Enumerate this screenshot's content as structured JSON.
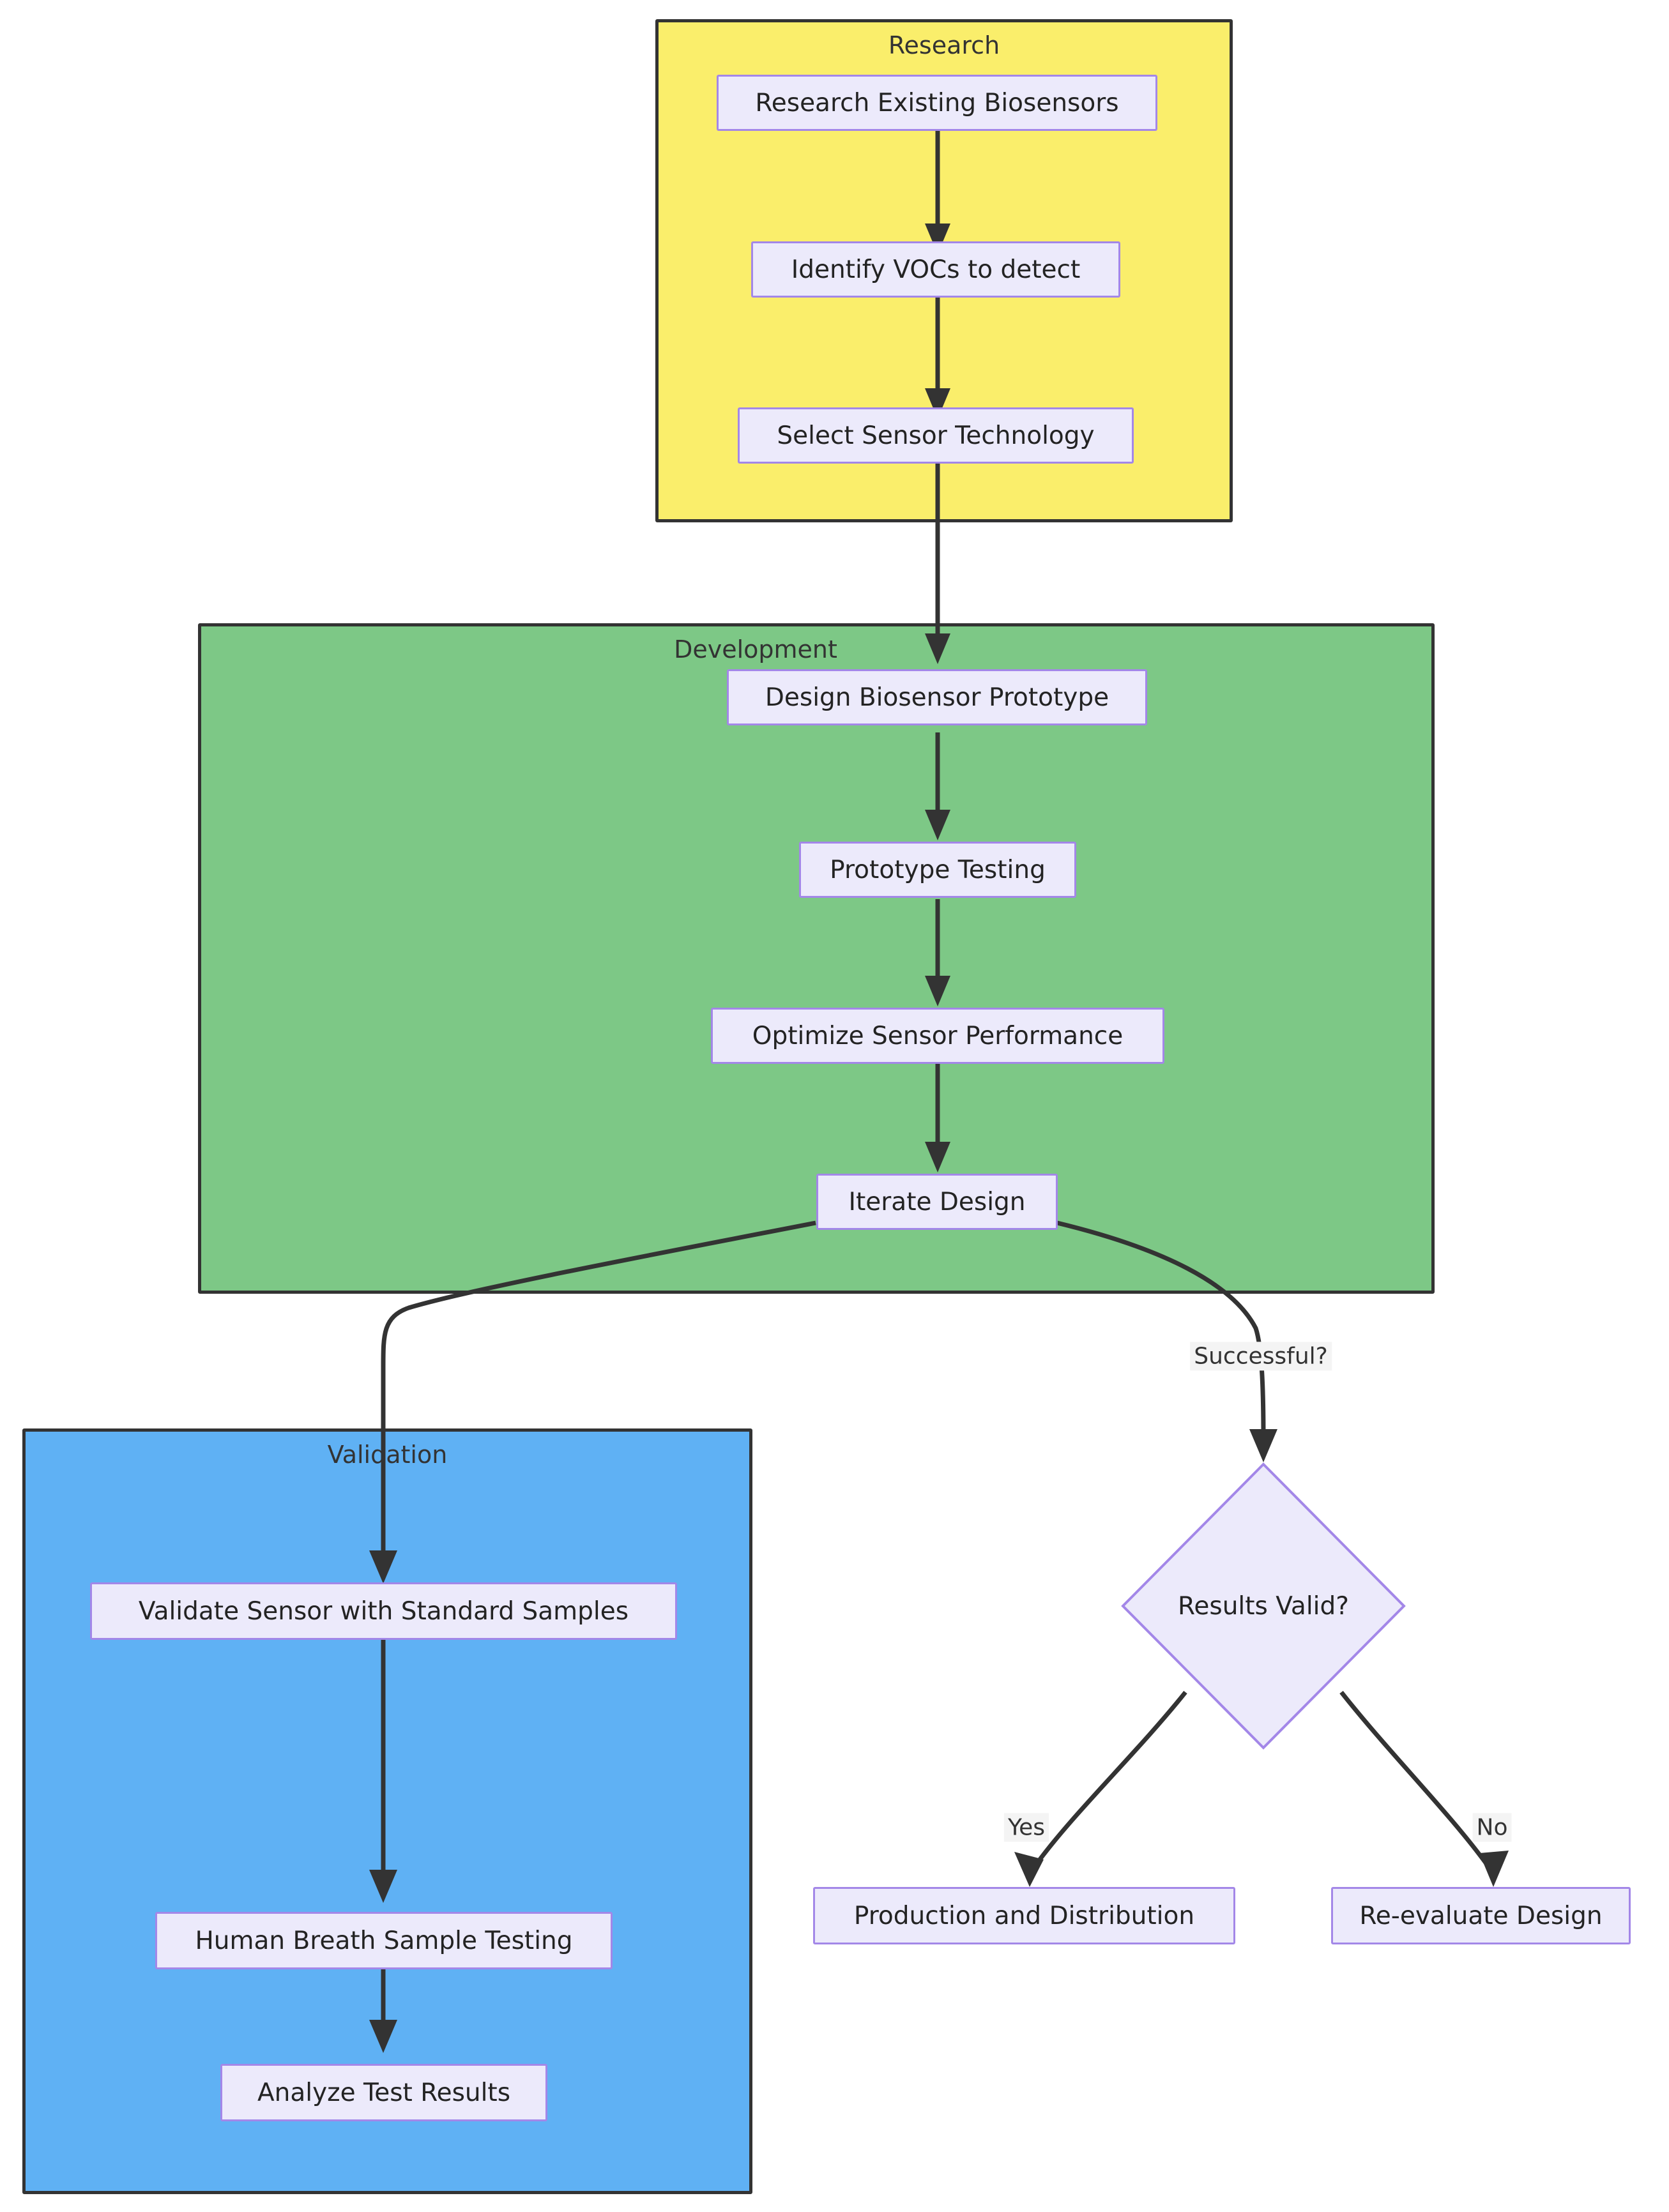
{
  "diagram": {
    "type": "flowchart",
    "direction": "top-down",
    "title": "Biosensor Development Flowchart"
  },
  "clusters": [
    {
      "id": "research",
      "label": "Research",
      "color": "#FAEE6B",
      "border": "#333333"
    },
    {
      "id": "development",
      "label": "Development",
      "color": "#7DC886",
      "border": "#333333"
    },
    {
      "id": "validation",
      "label": "Validation",
      "color": "#5FB1F4",
      "border": "#333333"
    }
  ],
  "nodes": [
    {
      "id": "research_existing",
      "label": "Research Existing Biosensors",
      "shape": "rect",
      "cluster": "research"
    },
    {
      "id": "identify_vocs",
      "label": "Identify VOCs to detect",
      "shape": "rect",
      "cluster": "research"
    },
    {
      "id": "select_sensor",
      "label": "Select Sensor Technology",
      "shape": "rect",
      "cluster": "research"
    },
    {
      "id": "design_prototype",
      "label": "Design Biosensor Prototype",
      "shape": "rect",
      "cluster": "development"
    },
    {
      "id": "prototype_testing",
      "label": "Prototype Testing",
      "shape": "rect",
      "cluster": "development"
    },
    {
      "id": "optimize_sensor",
      "label": "Optimize Sensor Performance",
      "shape": "rect",
      "cluster": "development"
    },
    {
      "id": "iterate_design",
      "label": "Iterate Design",
      "shape": "rect",
      "cluster": "development"
    },
    {
      "id": "validate_standard",
      "label": "Validate Sensor with Standard Samples",
      "shape": "rect",
      "cluster": "validation"
    },
    {
      "id": "human_breath",
      "label": "Human Breath Sample Testing",
      "shape": "rect",
      "cluster": "validation"
    },
    {
      "id": "analyze_results",
      "label": "Analyze Test Results",
      "shape": "rect",
      "cluster": "validation"
    },
    {
      "id": "results_valid",
      "label": "Results Valid?",
      "shape": "diamond",
      "cluster": null
    },
    {
      "id": "production",
      "label": "Production and Distribution",
      "shape": "rect",
      "cluster": null
    },
    {
      "id": "reevaluate",
      "label": "Re-evaluate Design",
      "shape": "rect",
      "cluster": null
    }
  ],
  "edges": [
    {
      "from": "research_existing",
      "to": "identify_vocs",
      "label": ""
    },
    {
      "from": "identify_vocs",
      "to": "select_sensor",
      "label": ""
    },
    {
      "from": "select_sensor",
      "to": "design_prototype",
      "label": ""
    },
    {
      "from": "design_prototype",
      "to": "prototype_testing",
      "label": ""
    },
    {
      "from": "prototype_testing",
      "to": "optimize_sensor",
      "label": ""
    },
    {
      "from": "optimize_sensor",
      "to": "iterate_design",
      "label": ""
    },
    {
      "from": "iterate_design",
      "to": "validate_standard",
      "label": ""
    },
    {
      "from": "iterate_design",
      "to": "results_valid",
      "label": "Successful?"
    },
    {
      "from": "validate_standard",
      "to": "human_breath",
      "label": ""
    },
    {
      "from": "human_breath",
      "to": "analyze_results",
      "label": ""
    },
    {
      "from": "results_valid",
      "to": "production",
      "label": "Yes"
    },
    {
      "from": "results_valid",
      "to": "reevaluate",
      "label": "No"
    }
  ],
  "edge_labels": {
    "successful": "Successful?",
    "yes": "Yes",
    "no": "No"
  },
  "style": {
    "node_fill": "#ECEAFB",
    "node_border": "#A387E8",
    "edge_stroke": "#333333",
    "text_color": "#232323",
    "edge_label_bg": "#F4F4F4",
    "background": "#ffffff"
  }
}
